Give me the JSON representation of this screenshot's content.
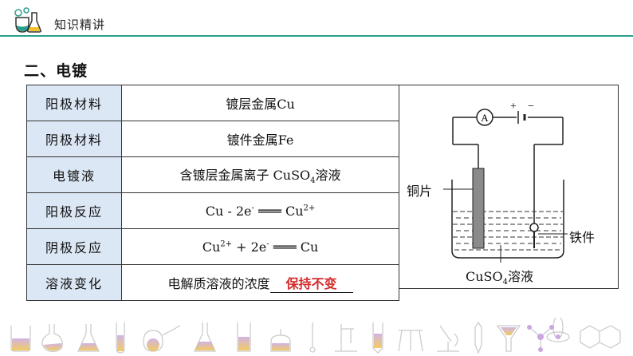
{
  "header": {
    "title": "知识精讲"
  },
  "section": {
    "title": "二、电镀"
  },
  "table": {
    "rows": [
      {
        "label": "阳极材料",
        "value": "镀层金属Cu"
      },
      {
        "label": "阴极材料",
        "value": "镀件金属Fe"
      },
      {
        "label": "电镀液",
        "value_prefix": "含镀层金属离子  CuSO",
        "value_sub": "4",
        "value_suffix": "溶液"
      },
      {
        "label": "阳极反应",
        "eq_left": "Cu - 2e",
        "eq_left_sup": "-",
        "eq_mid": " ═══ Cu",
        "eq_right_sup": "2+"
      },
      {
        "label": "阴极反应",
        "eq_left": "Cu",
        "eq_left_sup": "2+",
        "eq_mid": " + 2e",
        "eq_mid_sup": "-",
        "eq_right": " ═══ Cu"
      },
      {
        "label": "溶液变化",
        "value_prefix": "电解质溶液的浓度",
        "blank_answer": "保持不变"
      }
    ]
  },
  "diagram": {
    "ammeter": "A",
    "plus": "+",
    "minus": "−",
    "copper_label": "铜片",
    "iron_label": "铁件",
    "solution_prefix": "CuSO",
    "solution_sub": "4",
    "solution_suffix": "溶液"
  },
  "colors": {
    "accent": "#2b9e8c",
    "label_bg": "#dce7f5",
    "answer": "#d42a2a"
  }
}
